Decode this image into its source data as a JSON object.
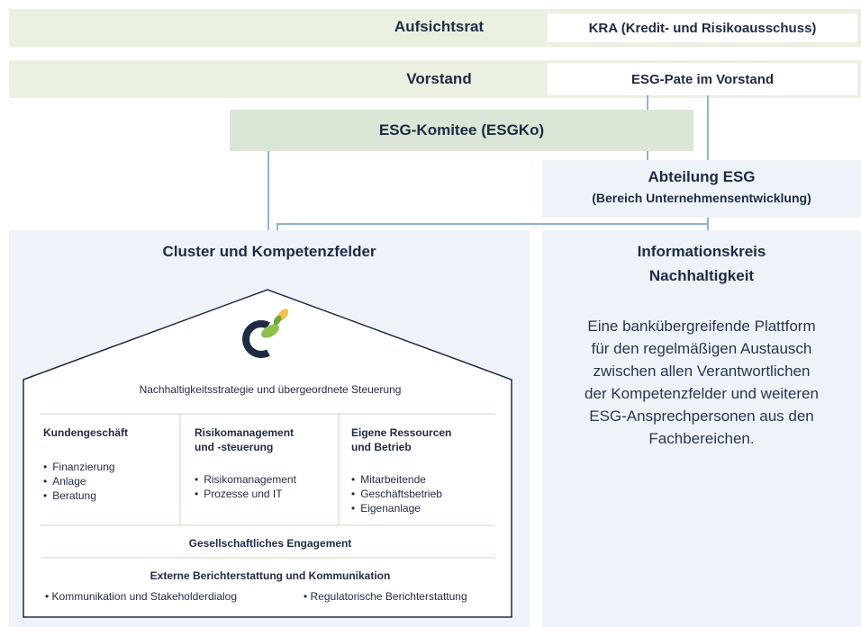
{
  "top": {
    "aufsichtsrat": "Aufsichtsrat",
    "kra": "KRA (Kredit- und Risikoausschuss)",
    "vorstand": "Vorstand",
    "esg_pate": "ESG-Pate im Vorstand",
    "komitee": "ESG-Komitee (ESGKo)",
    "abteilung_title": "Abteilung ESG",
    "abteilung_sub": "(Bereich Unternehmensentwicklung)"
  },
  "cluster": {
    "title": "Cluster und Kompetenzfelder",
    "strategy": "Nachhaltigkeitsstrategie und übergeordnete Steuerung",
    "columns": [
      {
        "title_lines": [
          "Kundengeschäft"
        ],
        "items": [
          "Finanzierung",
          "Anlage",
          "Beratung"
        ]
      },
      {
        "title_lines": [
          "Risikomanagement",
          "und -steuerung"
        ],
        "items": [
          "Risikomanagement",
          "Prozesse und IT"
        ]
      },
      {
        "title_lines": [
          "Eigene Ressourcen",
          "und Betrieb"
        ],
        "items": [
          "Mitarbeitende",
          "Geschäftsbetrieb",
          "Eigenanlage"
        ]
      }
    ],
    "engagement": "Gesellschaftliches Engagement",
    "reporting_title": "Externe Berichterstattung und Kommunikation",
    "reporting_items": [
      "Kommunikation und Stakeholderdialog",
      "Regulatorische Berichterstattung"
    ]
  },
  "info": {
    "title_line1": "Informationskreis",
    "title_line2": "Nachhaltigkeit",
    "lines": [
      "Eine banküber­greifende Plattform",
      "für den regelmäßigen Austausch",
      "zwischen allen Verantwortlichen",
      "der Kompetenzfelder und weiteren",
      "ESG-Ansprechpersonen aus den",
      "Fachbereichen."
    ]
  },
  "colors": {
    "green_bar": "#eaf1e0",
    "komitee": "#dbe6d6",
    "panel": "#eef3fa",
    "connector": "#8fb3d6",
    "navy": "#1f2a44",
    "house_line": "#c5dbb2"
  },
  "icons": {
    "logo": "leaf-logo-icon"
  }
}
